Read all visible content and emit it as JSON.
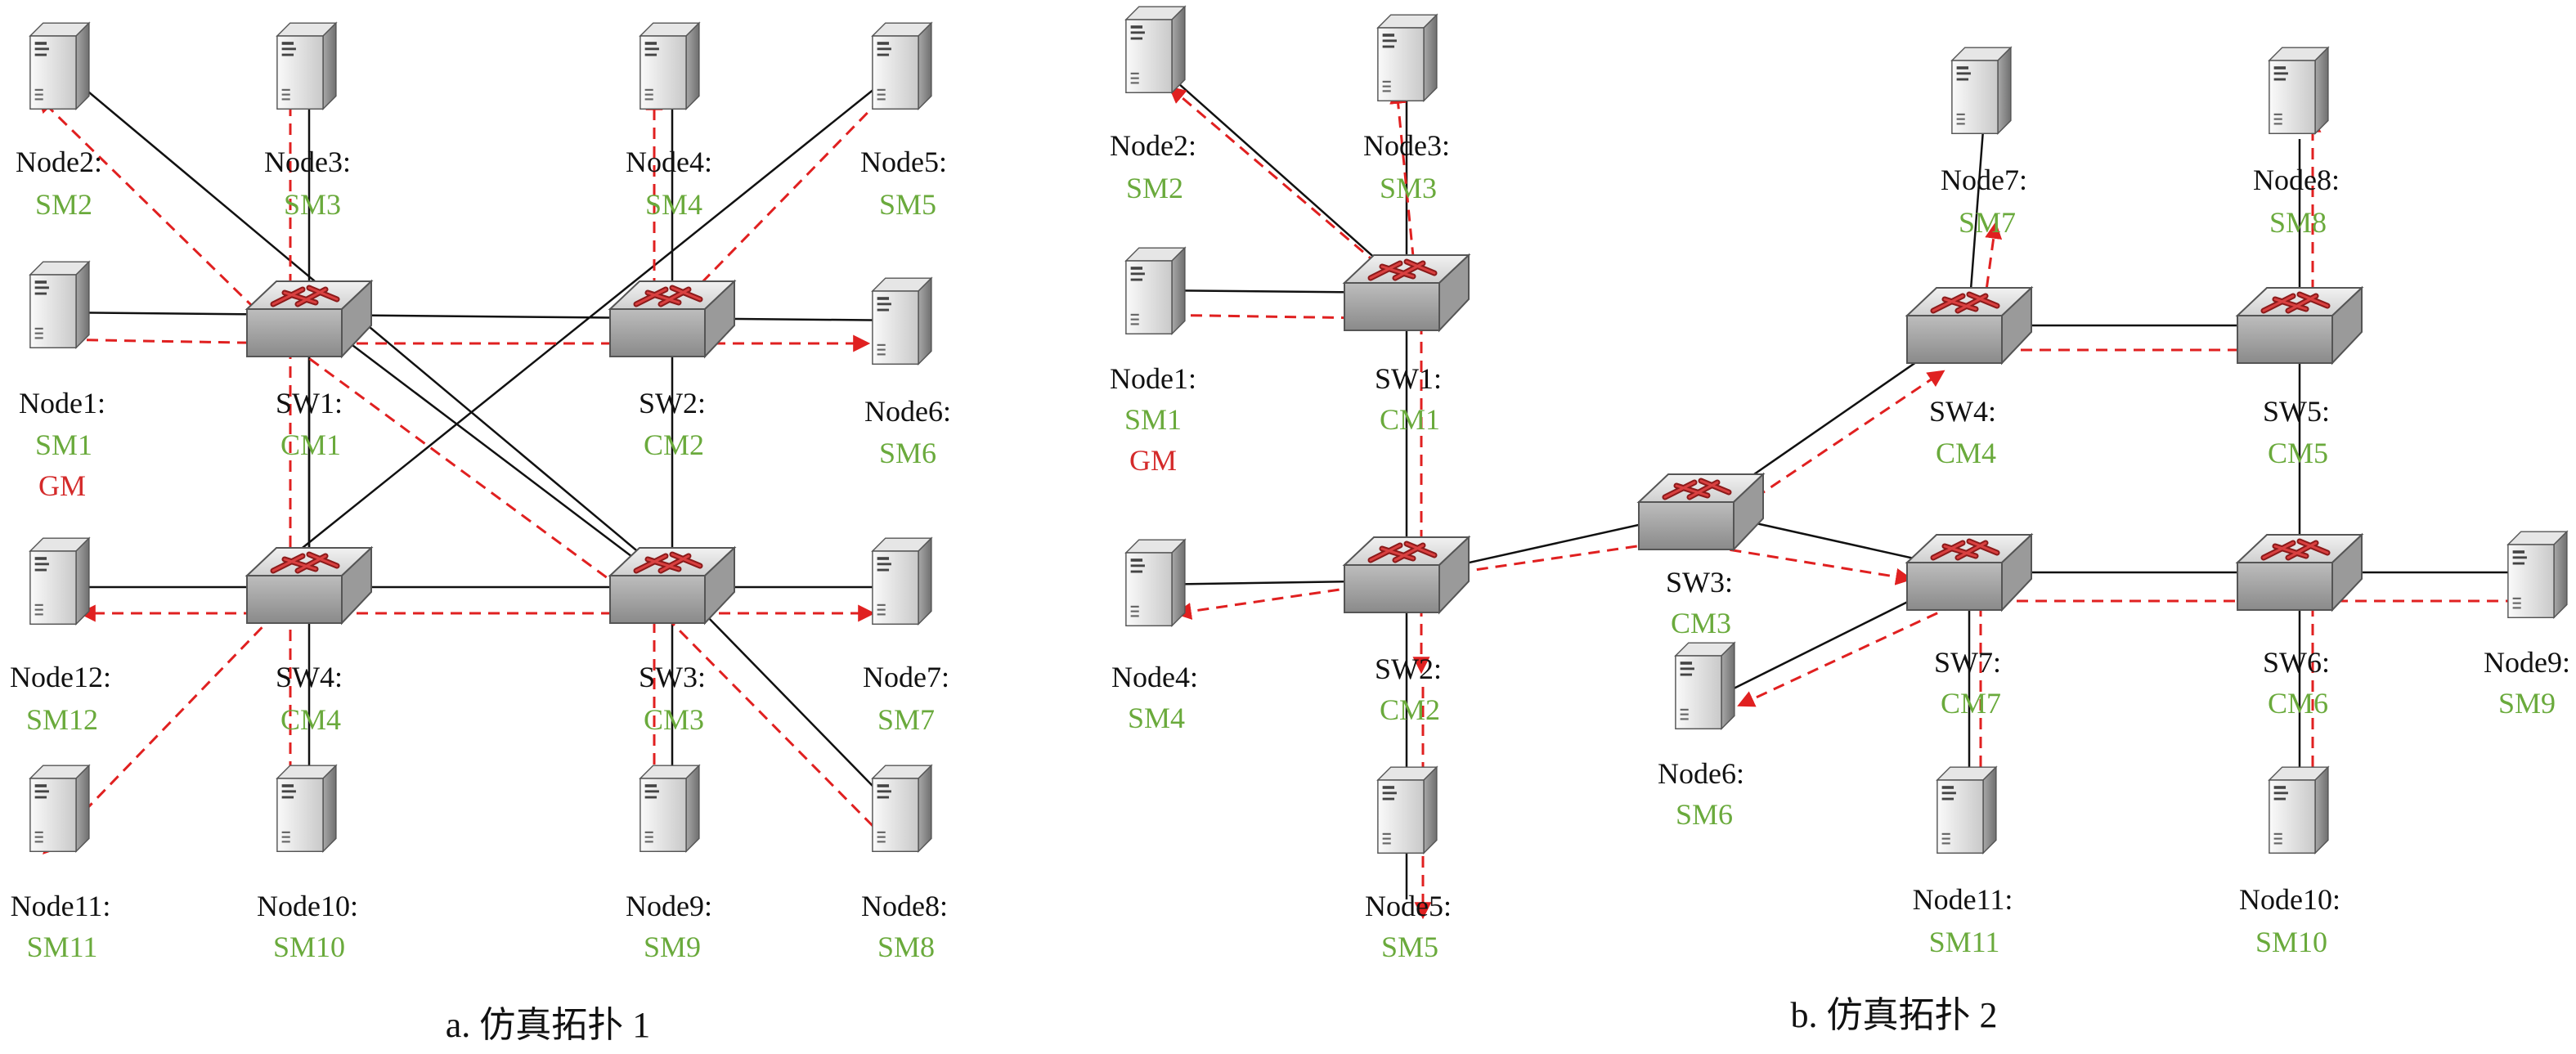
{
  "colors": {
    "role": "#6aaa3c",
    "gm": "#d42a2a",
    "link": "#111111",
    "sync": "#e02020"
  },
  "panels": [
    {
      "caption": "a. 仿真拓扑 1",
      "nodes": [
        {
          "id": "a-n2",
          "kind": "server",
          "name": "Node2:",
          "role": "SM2"
        },
        {
          "id": "a-n3",
          "kind": "server",
          "name": "Node3:",
          "role": "SM3"
        },
        {
          "id": "a-n4",
          "kind": "server",
          "name": "Node4:",
          "role": "SM4"
        },
        {
          "id": "a-n5",
          "kind": "server",
          "name": "Node5:",
          "role": "SM5"
        },
        {
          "id": "a-n1",
          "kind": "server",
          "name": "Node1:",
          "role": "SM1",
          "extra": "GM"
        },
        {
          "id": "a-sw1",
          "kind": "switch",
          "name": "SW1:",
          "role": "CM1"
        },
        {
          "id": "a-sw2",
          "kind": "switch",
          "name": "SW2:",
          "role": "CM2"
        },
        {
          "id": "a-n6",
          "kind": "server",
          "name": "Node6:",
          "role": "SM6"
        },
        {
          "id": "a-n12",
          "kind": "server",
          "name": "Node12:",
          "role": "SM12"
        },
        {
          "id": "a-sw4",
          "kind": "switch",
          "name": "SW4:",
          "role": "CM4"
        },
        {
          "id": "a-sw3",
          "kind": "switch",
          "name": "SW3:",
          "role": "CM3"
        },
        {
          "id": "a-n7",
          "kind": "server",
          "name": "Node7:",
          "role": "SM7"
        },
        {
          "id": "a-n11",
          "kind": "server",
          "name": "Node11:",
          "role": "SM11"
        },
        {
          "id": "a-n10",
          "kind": "server",
          "name": "Node10:",
          "role": "SM10"
        },
        {
          "id": "a-n9",
          "kind": "server",
          "name": "Node9:",
          "role": "SM9"
        },
        {
          "id": "a-n8",
          "kind": "server",
          "name": "Node8:",
          "role": "SM8"
        }
      ]
    },
    {
      "caption": "b. 仿真拓扑 2",
      "nodes": [
        {
          "id": "b-n2",
          "kind": "server",
          "name": "Node2:",
          "role": "SM2"
        },
        {
          "id": "b-n3",
          "kind": "server",
          "name": "Node3:",
          "role": "SM3"
        },
        {
          "id": "b-n7",
          "kind": "server",
          "name": "Node7:",
          "role": "SM7"
        },
        {
          "id": "b-n8",
          "kind": "server",
          "name": "Node8:",
          "role": "SM8"
        },
        {
          "id": "b-n1",
          "kind": "server",
          "name": "Node1:",
          "role": "SM1",
          "extra": "GM"
        },
        {
          "id": "b-sw1",
          "kind": "switch",
          "name": "SW1:",
          "role": "CM1"
        },
        {
          "id": "b-sw4",
          "kind": "switch",
          "name": "SW4:",
          "role": "CM4"
        },
        {
          "id": "b-sw5",
          "kind": "switch",
          "name": "SW5:",
          "role": "CM5"
        },
        {
          "id": "b-n4",
          "kind": "server",
          "name": "Node4:",
          "role": "SM4"
        },
        {
          "id": "b-sw2",
          "kind": "switch",
          "name": "SW2:",
          "role": "CM2"
        },
        {
          "id": "b-sw3",
          "kind": "switch",
          "name": "SW3:",
          "role": "CM3"
        },
        {
          "id": "b-sw7",
          "kind": "switch",
          "name": "SW7:",
          "role": "CM7"
        },
        {
          "id": "b-sw6",
          "kind": "switch",
          "name": "SW6:",
          "role": "CM6"
        },
        {
          "id": "b-n9",
          "kind": "server",
          "name": "Node9:",
          "role": "SM9"
        },
        {
          "id": "b-n6",
          "kind": "server",
          "name": "Node6:",
          "role": "SM6"
        },
        {
          "id": "b-n5",
          "kind": "server",
          "name": "Node5:",
          "role": "SM5"
        },
        {
          "id": "b-n11",
          "kind": "server",
          "name": "Node11:",
          "role": "SM11"
        },
        {
          "id": "b-n10",
          "kind": "server",
          "name": "Node10:",
          "role": "SM10"
        }
      ]
    }
  ]
}
